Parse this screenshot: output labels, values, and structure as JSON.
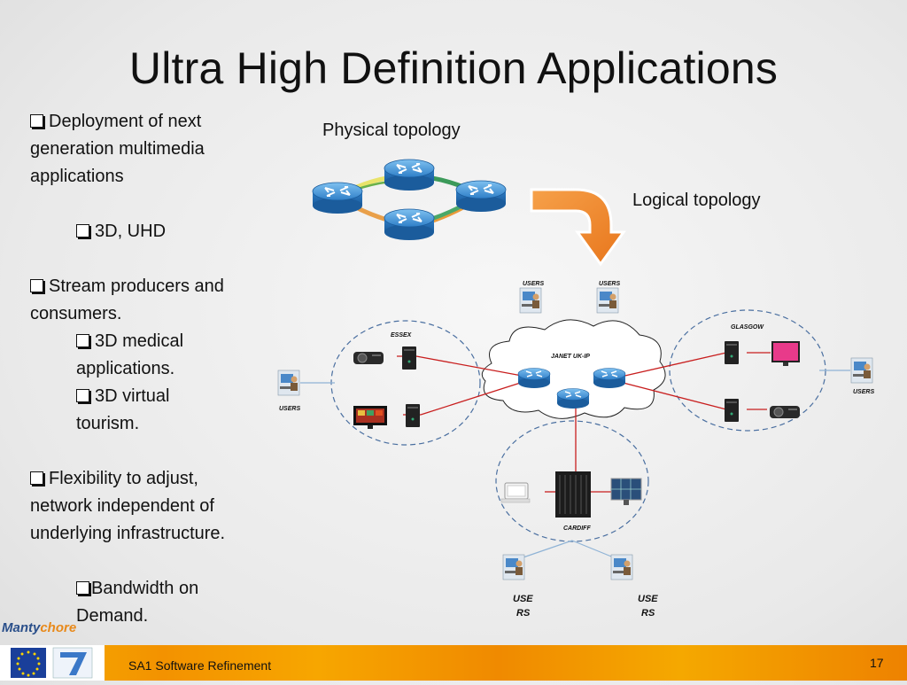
{
  "slide": {
    "title": "Ultra High Definition Applications",
    "bullets": [
      {
        "text": "Deployment of next",
        "cont": [
          "generation multimedia",
          "applications"
        ]
      },
      {
        "text": "3D, UHD"
      },
      {
        "text": "Stream producers and",
        "cont": [
          "consumers."
        ]
      },
      {
        "text": "3D medical",
        "cont": [
          "applications."
        ]
      },
      {
        "text": "3D virtual",
        "cont": [
          "tourism."
        ]
      },
      {
        "text": "Flexibility to adjust,",
        "cont": [
          "network independent of",
          "underlying infrastructure."
        ]
      },
      {
        "text": "Bandwidth on",
        "cont": [
          "Demand."
        ]
      }
    ],
    "physical_label": "Physical topology",
    "logical_label": "Logical topology"
  },
  "network": {
    "core_label": "JANET UK-IP",
    "sites": {
      "essex": "ESSEX",
      "glasgow": "GLASGOW",
      "cardiff": "CARDIFF"
    },
    "users_labels": [
      "USERS",
      "USERS",
      "USERS",
      "USERS"
    ],
    "cardiff_users": [
      [
        "USE",
        "RS"
      ],
      [
        "USE",
        "RS"
      ]
    ]
  },
  "footer": {
    "text": "SA1 Software Refinement",
    "page": "17",
    "logo_part1": "Manty",
    "logo_part2": "chore"
  },
  "colors": {
    "router_blue": "#3f8fd2",
    "arrow_orange": "#f08a2b",
    "link_red": "#c81e1e",
    "footer_orange": "#f39200"
  }
}
